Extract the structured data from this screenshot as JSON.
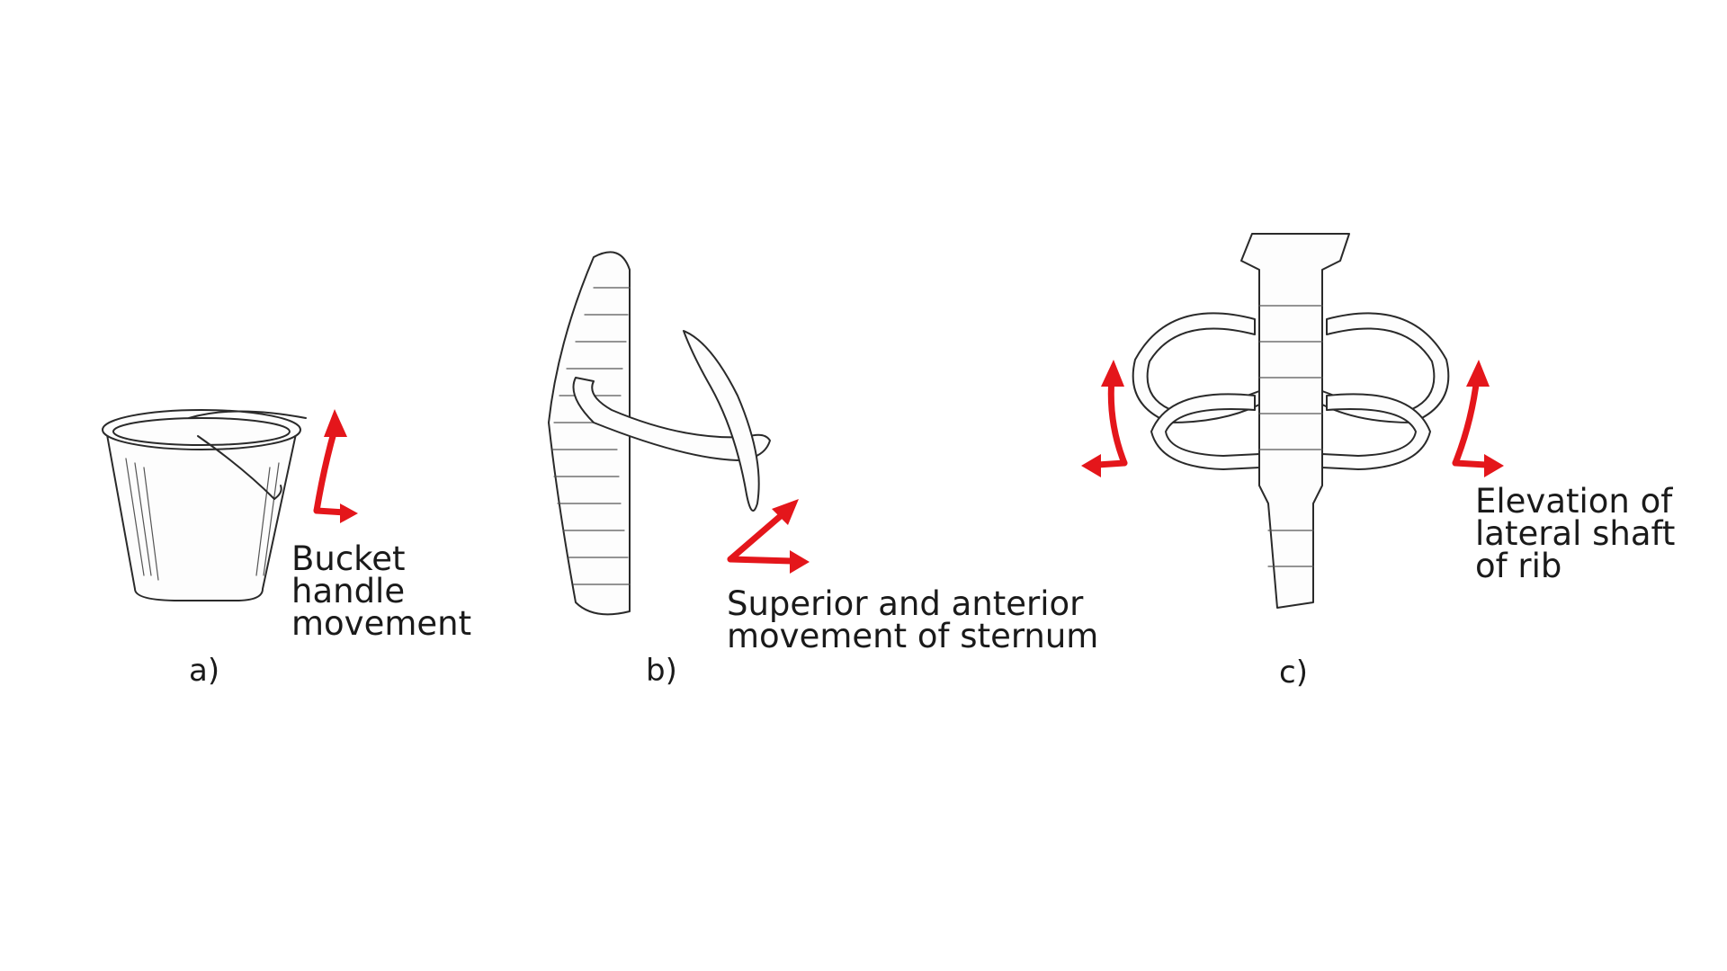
{
  "panels": [
    {
      "label": "a)",
      "caption": "Bucket\nhandle\nmovement"
    },
    {
      "label": "b)",
      "caption": "Superior and anterior\nmovement of sternum"
    },
    {
      "label": "c)",
      "caption": "Elevation of\nlateral shaft\nof rib"
    }
  ],
  "colors": {
    "arrow": "#e4161b",
    "ink": "#2a2a2a",
    "background": "#ffffff"
  }
}
